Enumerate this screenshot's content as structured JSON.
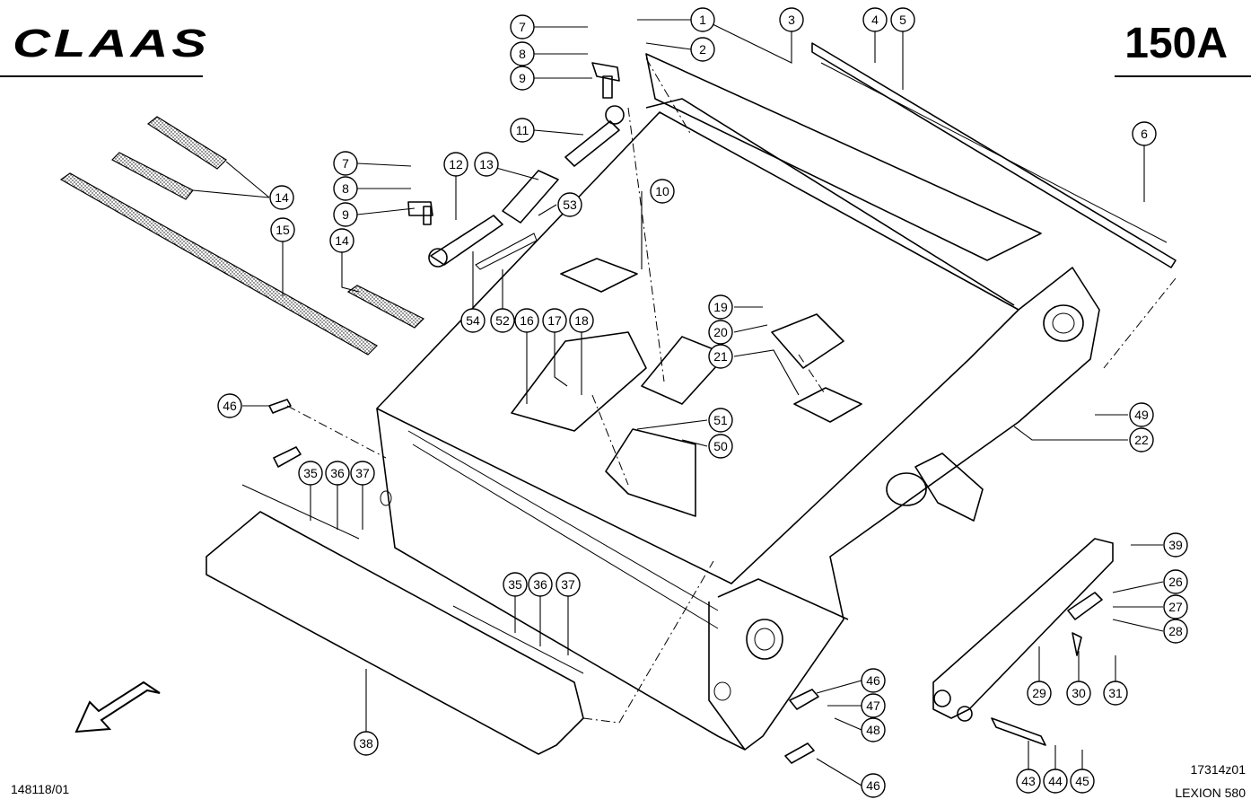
{
  "brand": "CLAAS",
  "page_number": "150A",
  "drawing_ref": "17314z01",
  "model": "LEXION 580",
  "doc_number": "148118/01",
  "colors": {
    "ink": "#000000",
    "paper": "#ffffff"
  },
  "icons": {
    "direction_arrow": "arrow-down-left-icon"
  },
  "callouts": {
    "c1": "1",
    "c2": "2",
    "c3": "3",
    "c4": "4",
    "c5": "5",
    "c6": "6",
    "c7a": "7",
    "c8a": "8",
    "c9a": "9",
    "c11": "11",
    "c7b": "7",
    "c8b": "8",
    "c9b": "9",
    "c10": "10",
    "c12": "12",
    "c13": "13",
    "c53": "53",
    "c14a": "14",
    "c15": "15",
    "c14b": "14",
    "c54": "54",
    "c52": "52",
    "c16": "16",
    "c17": "17",
    "c18": "18",
    "c19": "19",
    "c20": "20",
    "c21": "21",
    "c49": "49",
    "c22": "22",
    "c51": "51",
    "c50": "50",
    "c46a": "46",
    "c35a": "35",
    "c36a": "36",
    "c37a": "37",
    "c35b": "35",
    "c36b": "36",
    "c37b": "37",
    "c39": "39",
    "c26": "26",
    "c27": "27",
    "c28": "28",
    "c29": "29",
    "c30": "30",
    "c31": "31",
    "c46b": "46",
    "c47": "47",
    "c48": "48",
    "c38": "38",
    "c46c": "46",
    "c43": "43",
    "c44": "44",
    "c45": "45"
  }
}
